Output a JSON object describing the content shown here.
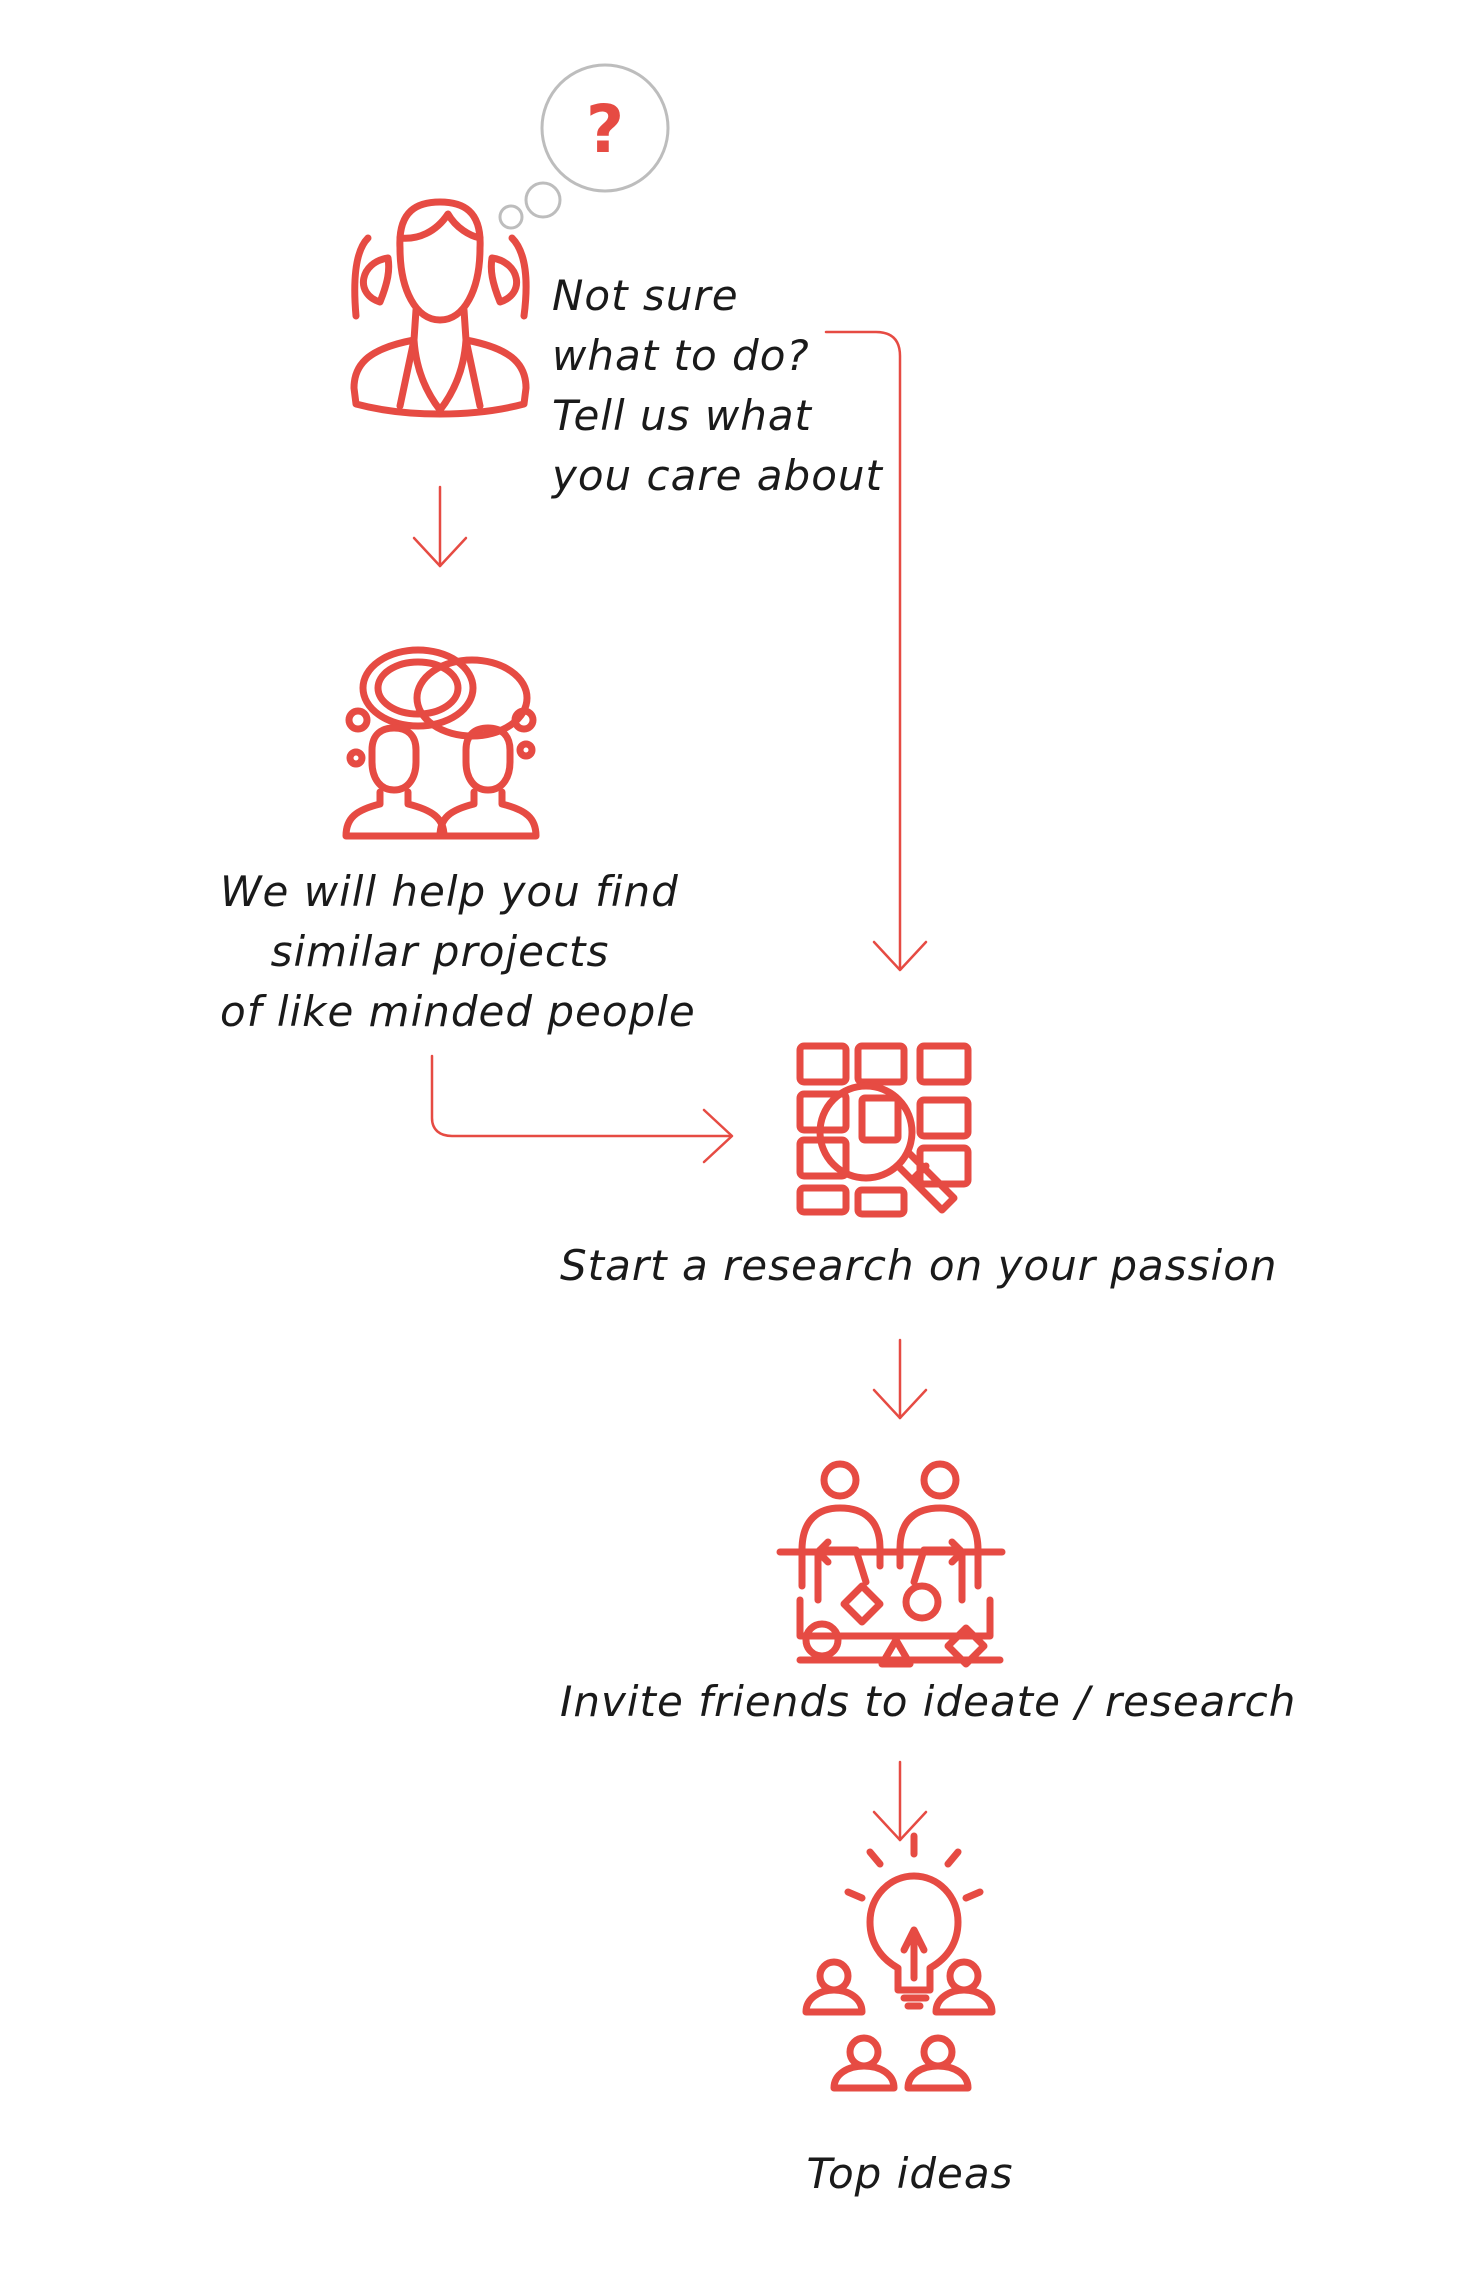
{
  "colors": {
    "accent": "#e64b43",
    "bubble": "#bdbdbd",
    "text": "#1a1a1a"
  },
  "question_mark": "?",
  "steps": {
    "not_sure": {
      "icon": "woman-thinking-icon",
      "lines": [
        "Not sure",
        "what to do?",
        "Tell us what",
        "you care about"
      ]
    },
    "similar": {
      "icon": "two-people-speech-icon",
      "lines": [
        "We will help you find",
        "similar projects",
        "of like minded people"
      ]
    },
    "research": {
      "icon": "grid-magnifier-icon",
      "lines": [
        "Start a research on your passion"
      ]
    },
    "invite": {
      "icon": "collaboration-table-icon",
      "lines": [
        "Invite friends to ideate / research"
      ]
    },
    "top_ideas": {
      "icon": "lightbulb-group-icon",
      "lines": [
        "Top ideas"
      ]
    }
  }
}
